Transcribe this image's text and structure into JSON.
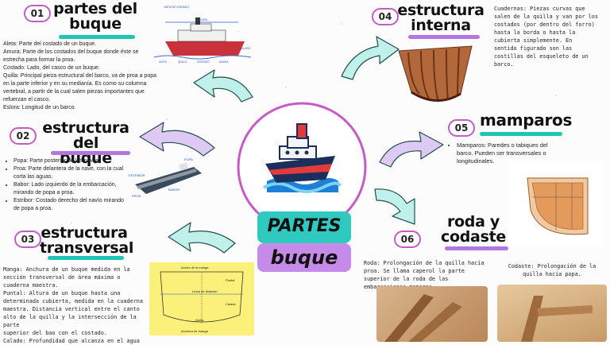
{
  "center": {
    "line1": "PARTES",
    "line2": "buque",
    "icon": "ship-icon"
  },
  "colors": {
    "teal": "#1fc6b8",
    "purple": "#b176e0",
    "ring": "#c65bc7",
    "arrow_fill": "#bff0ea"
  },
  "s01": {
    "num": "01",
    "title1": "partes del",
    "title2": "buque",
    "lines": [
      "Aleta: Parte del costado de un buque.",
      "Amura: Parte de los costados del buque donde éste se",
      "estrecha para formar la proa.",
      "Costado: Lado, del casco de un buque.",
      "Quilla: Principal pieza estructural del barco, va de proa a popa",
      "en la parte inferior y en su medianía. Es como su columna",
      "vertebral, a partir de la cual salen piezas importantes que",
      "refuerzan el casco.",
      "Eslora: Longitud de un barco."
    ],
    "fig_labels": [
      "VARTA DE CONTADO",
      "ESLORA",
      "ALETA",
      "QUILLA",
      "COSTADO",
      "AMURA",
      "CALADO"
    ]
  },
  "s02": {
    "num": "02",
    "title1": "estructura del",
    "title2": "buque",
    "bullets": [
      "Popa: Parte posterior de las naves.",
      "Proa: Parte delantera de la nave, con la cual corta las aguas.",
      "Babor: Lado izquierdo de la embarcación, mirando de popa a proa.",
      "Estribor: Costado derecho del navío mirando de popa a proa."
    ],
    "fig_labels": [
      "POPA",
      "ESTRIBOR",
      "PROA",
      "BABOR"
    ]
  },
  "s03": {
    "num": "03",
    "title1": "estructura",
    "title2": "transversal",
    "lines": [
      "Manga: Anchura de un buque medida en la",
      "sección transversal de área máxima o",
      "cuaderna maestra.",
      "Puntal: Altura de un buque hasta una",
      "determinada cubierta, medida en la cuaderna",
      "maestra. Distancia vertical entre el canto",
      "alto de la quilla y la intersección de la parte",
      "superior del bao con el costado.",
      "Calado: Profundidad que alcanza en el agua"
    ],
    "fig_labels": [
      "Ancho de la manga",
      "Puntal",
      "Línea de flotación",
      "Calado",
      "Quilla",
      "Anchura de manga"
    ]
  },
  "s04": {
    "num": "04",
    "title1": "estructura",
    "title2": "interna",
    "lines": [
      "Cuadernas: Piezas curvas que",
      "salen de la quilla y van por los",
      "costados (por dentro del forro)",
      "hasta la borda o hasta la",
      "cubierta simplemente. En",
      "sentido figurado son las",
      "costillas del esqueleto de un",
      "barco."
    ]
  },
  "s05": {
    "num": "05",
    "title": "mamparos",
    "bullets": [
      "Mamparos: Paredes o tabiques del barco. Pueden ser transversales o longitudinales."
    ]
  },
  "s06": {
    "num": "06",
    "title1": "roda y",
    "title2": "codaste",
    "roda": "Roda: Prolongación de la quilla hacia proa. Se llama caperol la parte superior de la roda de las embarcaciones menores.",
    "codaste": "Codaste: Prolongación de la quilla hacia popa."
  }
}
